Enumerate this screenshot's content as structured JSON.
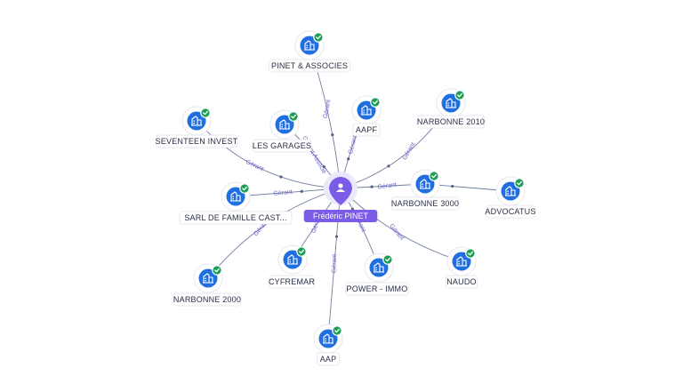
{
  "center": {
    "name": "Frédéric PINET",
    "icon": "person-icon",
    "color": "#7b5ce6"
  },
  "colors": {
    "company": "#1f6fe0",
    "verified": "#1e9e55",
    "edge": "#6f7ea0",
    "edge_label": "#6a5fd0"
  },
  "nodes": [
    {
      "id": "pinet-associes",
      "label": "PINET & ASSOCIES",
      "relation": "Gérant",
      "icon": "building-icon",
      "verified": true
    },
    {
      "id": "aapf",
      "label": "AAPF",
      "relation": "Gérant",
      "icon": "building-icon",
      "verified": true
    },
    {
      "id": "narbonne-2010",
      "label": "NARBONNE 2010",
      "relation": "Gérant",
      "icon": "building-icon",
      "verified": true
    },
    {
      "id": "seventeen-invest",
      "label": "SEVENTEEN INVEST",
      "relation": "Gérant",
      "icon": "building-icon",
      "verified": true
    },
    {
      "id": "les-garages",
      "label": "LES GARAGES",
      "relation": "Gérant Associé",
      "icon": "building-icon",
      "verified": true
    },
    {
      "id": "sarl-famille",
      "label": "SARL DE FAMILLE CAST...",
      "relation": "Gérant",
      "icon": "building-icon",
      "verified": true
    },
    {
      "id": "narbonne-3000",
      "label": "NARBONNE 3000",
      "relation": "Gérant",
      "icon": "building-icon",
      "verified": true
    },
    {
      "id": "advocatus",
      "label": "ADVOCATUS",
      "relation": "",
      "icon": "building-icon",
      "verified": true
    },
    {
      "id": "naudo",
      "label": "NAUDO",
      "relation": "Gérant",
      "icon": "building-icon",
      "verified": true
    },
    {
      "id": "narbonne-2000",
      "label": "NARBONNE 2000",
      "relation": "Gérant",
      "icon": "building-icon",
      "verified": true
    },
    {
      "id": "cyfremar",
      "label": "CYFREMAR",
      "relation": "Gérant",
      "icon": "building-icon",
      "verified": true
    },
    {
      "id": "power-immo",
      "label": "POWER - IMMO",
      "relation": "Gérant",
      "icon": "building-icon",
      "verified": true
    },
    {
      "id": "aap",
      "label": "AAP",
      "relation": "Gérant",
      "icon": "building-icon",
      "verified": true
    }
  ]
}
